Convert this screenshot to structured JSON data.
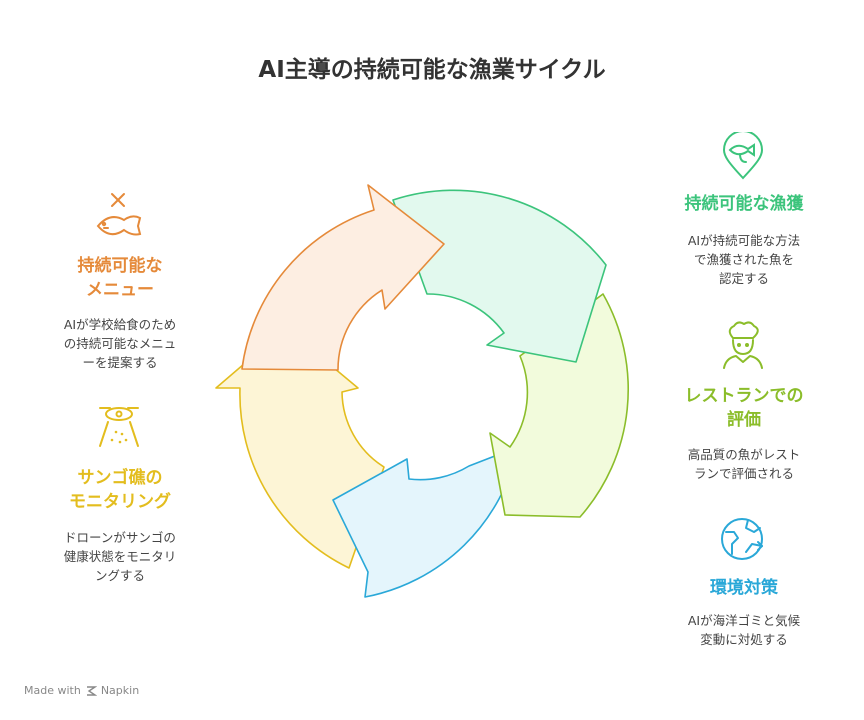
{
  "title": "AI主導の持続可能な漁業サイクル",
  "footer": {
    "prefix": "Made with",
    "brand": "Napkin"
  },
  "items": [
    {
      "heading_lines": [
        "持続可能な",
        "メニュー"
      ],
      "desc_lines": [
        "AIが学校給食のため",
        "の持続可能なメニュ",
        "ーを提案する"
      ],
      "icon": "fish-skeleton-icon",
      "color": "#e58a3a"
    },
    {
      "heading_lines": [
        "サンゴ礁の",
        "モニタリング"
      ],
      "desc_lines": [
        "ドローンがサンゴの",
        "健康状態をモニタリ",
        "ングする"
      ],
      "icon": "drone-icon",
      "color": "#e3bd1e"
    },
    {
      "heading_lines": [
        "持続可能な漁獲"
      ],
      "desc_lines": [
        "AIが持続可能な方法",
        "で漁獲された魚を",
        "認定する"
      ],
      "icon": "fish-location-pin-icon",
      "color": "#3cc47c"
    },
    {
      "heading_lines": [
        "レストランでの",
        "評価"
      ],
      "desc_lines": [
        "高品質の魚がレスト",
        "ランで評価される"
      ],
      "icon": "chef-icon",
      "color": "#8bbd2a"
    },
    {
      "heading_lines": [
        "環境対策"
      ],
      "desc_lines": [
        "AIが海洋ゴミと気候",
        "変動に対処する"
      ],
      "icon": "globe-arrows-icon",
      "color": "#2aa8d8"
    }
  ],
  "segments": [
    {
      "name": "orange",
      "fill": "#fdeee2",
      "stroke": "#e58a3a"
    },
    {
      "name": "green",
      "fill": "#e2f9ee",
      "stroke": "#3cc47c"
    },
    {
      "name": "lime",
      "fill": "#f2fbdc",
      "stroke": "#8bbd2a"
    },
    {
      "name": "blue",
      "fill": "#e4f5fc",
      "stroke": "#2aa8d8"
    },
    {
      "name": "yellow",
      "fill": "#fdf5d6",
      "stroke": "#e3bd1e"
    }
  ]
}
